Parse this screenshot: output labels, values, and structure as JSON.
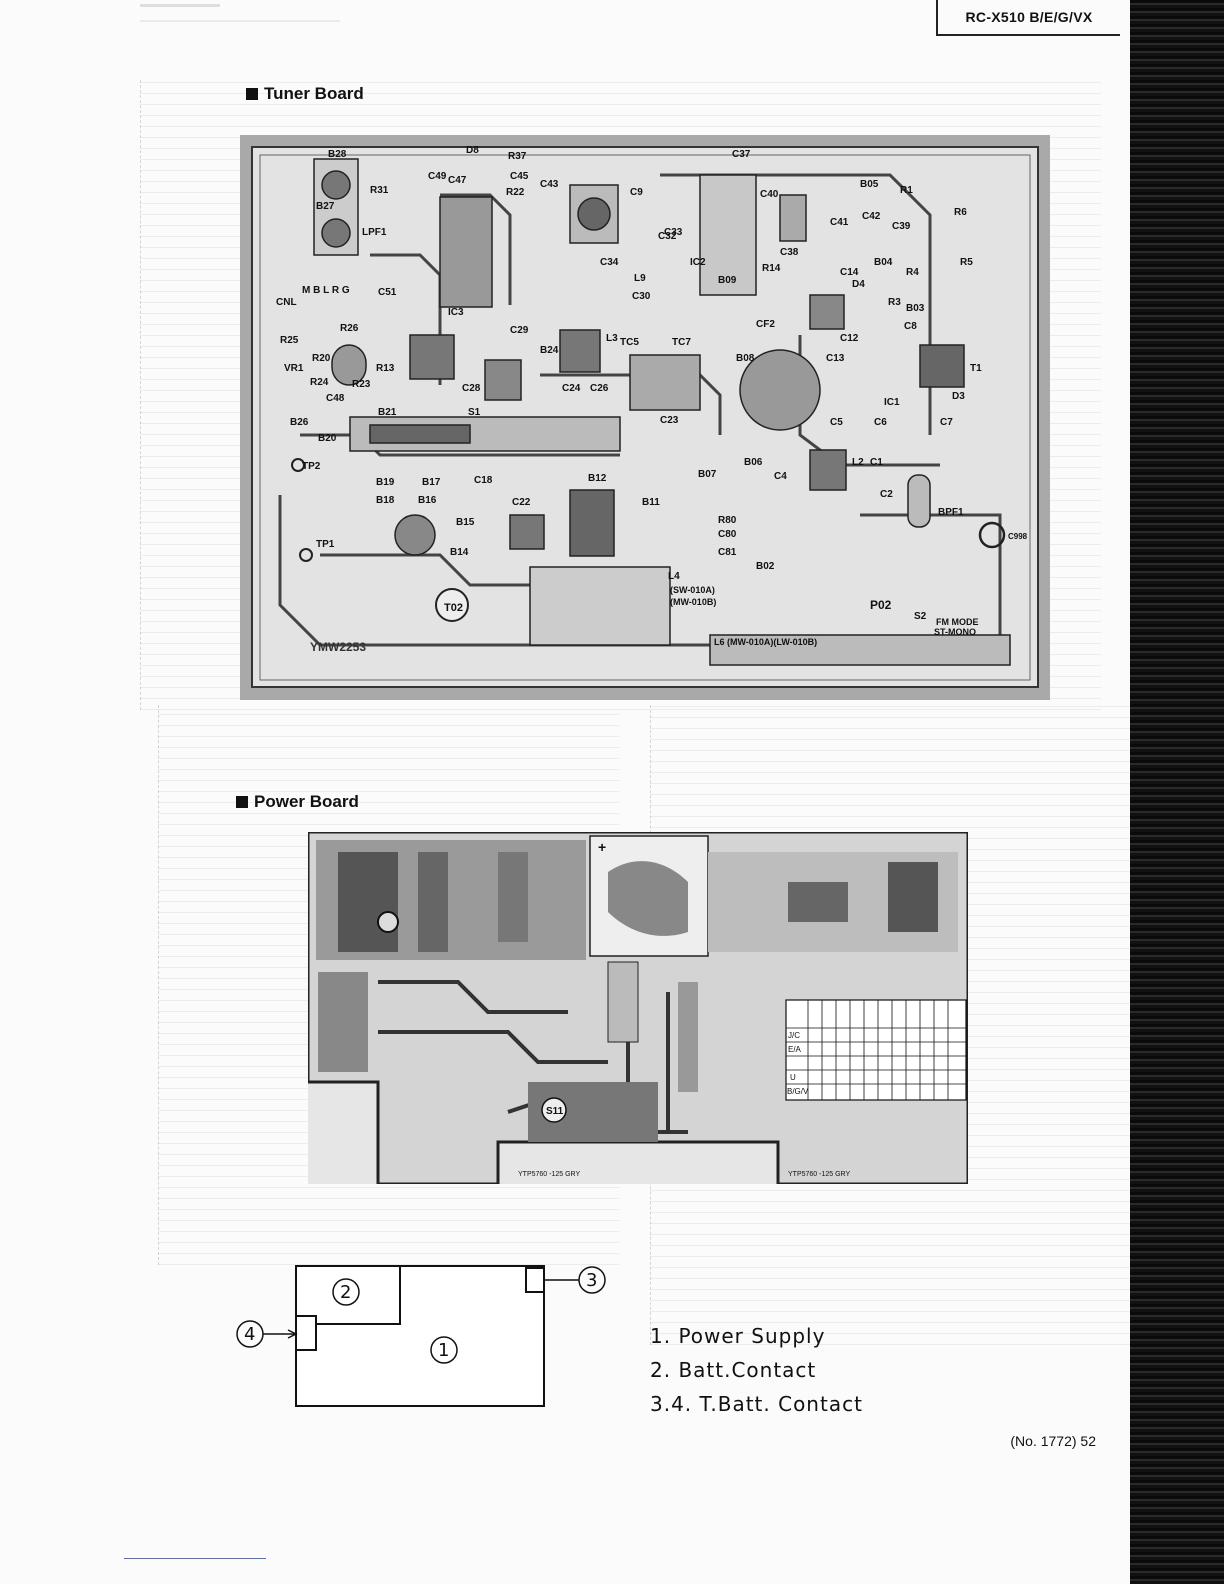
{
  "header": {
    "model": "RC-X510 B/E/G/VX"
  },
  "tuner_section": {
    "title": "Tuner Board",
    "labels": {
      "b28": "B28",
      "b27": "B27",
      "lpf1": "LPF1",
      "r31": "R31",
      "c49": "C49",
      "c47": "C47",
      "d8": "D8",
      "r37": "R37",
      "c45": "C45",
      "r22": "R22",
      "c43": "C43",
      "c37": "C37",
      "c40": "C40",
      "b05": "B05",
      "r1": "R1",
      "r6": "R6",
      "c41": "C41",
      "c42": "C42",
      "c39": "C39",
      "r14": "R14",
      "c38": "C38",
      "r5": "R5",
      "cnl": "CNL",
      "mblrg": "M B L R G",
      "c51": "C51",
      "r26": "R26",
      "r25": "R25",
      "r20": "R20",
      "r24": "R24",
      "r23": "R23",
      "r13": "R13",
      "c48": "C48",
      "vr1": "VR1",
      "c29": "C29",
      "b24": "B24",
      "l3": "L3",
      "tc5": "TC5",
      "tc7": "TC7",
      "b08": "B08",
      "cf2": "CF2",
      "c12": "C12",
      "c13": "C13",
      "b03": "B03",
      "c8": "C8",
      "t1": "T1",
      "d3": "D3",
      "c7": "C7",
      "b21": "B21",
      "s1": "S1",
      "c24": "C24",
      "c26": "C26",
      "c23": "C23",
      "c28": "C28",
      "b26": "B26",
      "b20": "B20",
      "tp2": "TP2",
      "b19": "B19",
      "b17": "B17",
      "c18": "C18",
      "b18": "B18",
      "b16": "B16",
      "c22": "C22",
      "b12": "B12",
      "b15": "B15",
      "b14": "B14",
      "b07": "B07",
      "b06": "B06",
      "c4": "C4",
      "l2": "L2",
      "c1": "C1",
      "c2": "C2",
      "bpf1": "BPF1",
      "r80": "R80",
      "c80": "C80",
      "c81": "C81",
      "b02": "B02",
      "b11": "B11",
      "l4": "L4",
      "tp1": "TP1",
      "c5": "C5",
      "c6": "C6",
      "c9": "C9",
      "c30": "C30",
      "c32": "C32",
      "c33": "C33",
      "c34": "C34",
      "l9": "L9",
      "b09": "B09",
      "d4": "D4",
      "c14": "C14",
      "b04": "B04",
      "r3": "R3",
      "r4": "R4",
      "ic1": "IC1",
      "ic2": "IC2",
      "ic3": "IC3",
      "sw010": "(SW-010A)",
      "mw010b": "(MW-010B)",
      "t02": "T02",
      "p02": "P02",
      "s2": "S2",
      "fm_mode": "FM MODE",
      "st_mono": "ST-MONO",
      "l6": "L6 (MW-010A)(LW-010B)",
      "ymw": "YMW2253",
      "c998": "C998"
    }
  },
  "power_section": {
    "title": "Power Board",
    "labels": {
      "s11": "S11",
      "code1": "YTP5760 -125 GRY",
      "code2": "YTP5760 -125 GRY",
      "table_row1": "J/C",
      "table_row2": "E/A",
      "table_row3": "U",
      "table_row4": "B/G/V"
    }
  },
  "battery_diagram": {
    "n1": "1",
    "n2": "2",
    "n3": "3",
    "n4": "4"
  },
  "legend": {
    "line1": "1. Power Supply",
    "line2": "2. Batt.Contact",
    "line3": "3.4.   T.Batt. Contact"
  },
  "footer": {
    "page": "(No. 1772)  52"
  }
}
